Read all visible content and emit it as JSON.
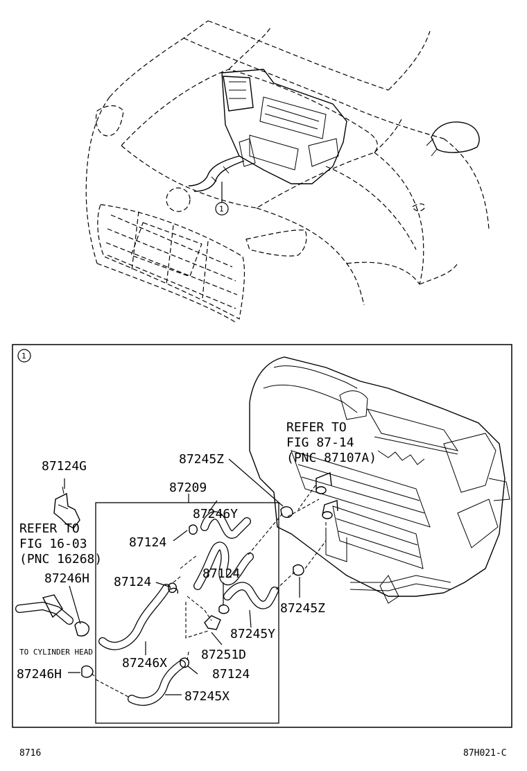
{
  "callout_marker": "1",
  "detail_marker": "1",
  "labels": {
    "p87124G": "87124G",
    "refer_fig_16_l1": "REFER TO",
    "refer_fig_16_l2": "FIG 16-03",
    "refer_fig_16_l3": "(PNC 16268)",
    "p87246H_top": "87246H",
    "to_cylinder_head": "TO CYLINDER HEAD",
    "p87246H_bottom": "87246H",
    "p87209": "87209",
    "p87246Y": "87246Y",
    "p87124_a": "87124",
    "p87124_b": "87124",
    "p87124_c": "87124",
    "p87124_d": "87124",
    "p87245Y": "87245Y",
    "p87251D": "87251D",
    "p87246X": "87246X",
    "p87245X": "87245X",
    "p87245Z_top": "87245Z",
    "p87245Z_right": "87245Z",
    "refer_fig_87_l1": "REFER TO",
    "refer_fig_87_l2": "FIG 87-14",
    "refer_fig_87_l3": "(PNC 87107A)"
  },
  "footer": {
    "left_code": "8716",
    "right_code": "87H021-C"
  }
}
